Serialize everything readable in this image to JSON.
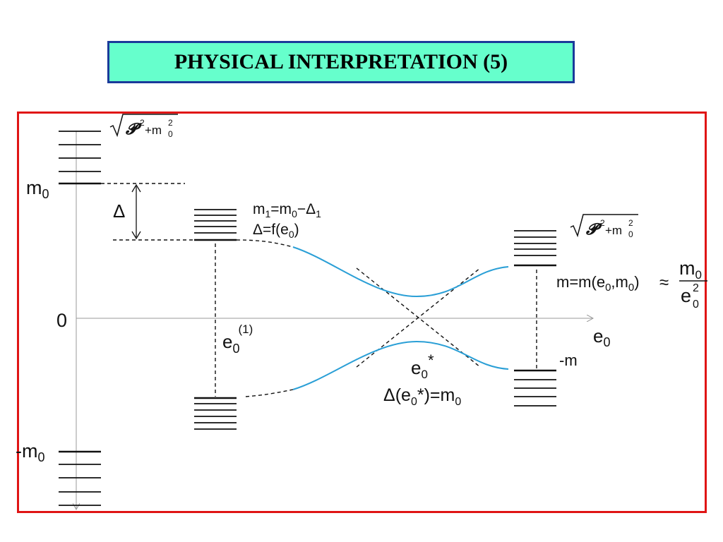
{
  "title": "PHYSICAL INTERPRETATION (5)",
  "labels": {
    "m0": "m",
    "m0_sub": "0",
    "delta": "Δ",
    "zero": "0",
    "neg_m0": "-m",
    "neg_m0_sub": "0",
    "e0_axis": "e",
    "e0_axis_sub": "0",
    "e01_e": "e",
    "e01_sub": "0",
    "e01_sup": "(1)",
    "m1_eq_a": "m",
    "m1_eq_a_sub": "1",
    "m1_eq_b": "=m",
    "m1_eq_b_sub": "0",
    "m1_eq_c": "−Δ",
    "m1_eq_c_sub": "1",
    "delta_f": "Δ=f(e",
    "delta_f_sub": "0",
    "delta_f_end": ")",
    "sqrt_p": "𝓟",
    "sqrt_sup2": "2",
    "sqrt_plus_m": "+m",
    "sqrt_m_sub": "0",
    "sqrt_m_sup": "2",
    "m_eq_a": "m=m(e",
    "m_eq_a_sub": "0",
    "m_eq_b": ",m",
    "m_eq_b_sub": "0",
    "m_eq_c": ")",
    "approx": "≈",
    "frac_num": "m",
    "frac_num_sub": "0",
    "frac_den": "e",
    "frac_den_sub": "0",
    "frac_den_sup": "2",
    "neg_m": "-m",
    "estar": "e",
    "estar_sub": "0",
    "estar_sup": "*",
    "delta_estar_a": "Δ(e",
    "delta_estar_sub": "0",
    "delta_estar_b": "*)=m",
    "delta_estar_sub2": "0"
  },
  "colors": {
    "title_bg": "#66ffcc",
    "title_border": "#1a3a9a",
    "frame_border": "#e01515",
    "curve_blue": "#2a9fd6"
  }
}
